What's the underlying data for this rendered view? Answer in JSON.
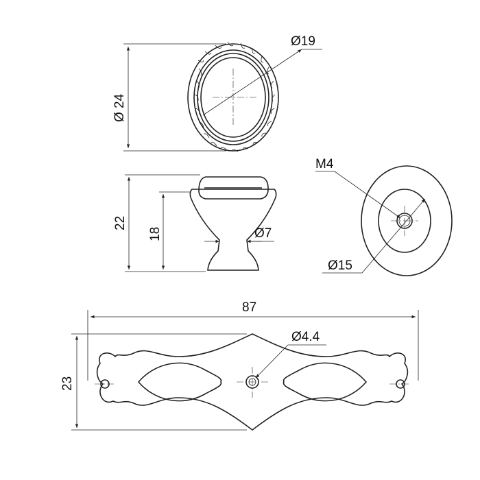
{
  "dimensions": {
    "knob_diameter": "Ø 24",
    "knob_inner_diameter": "Ø19",
    "knob_height_total": "22",
    "knob_height_body": "18",
    "knob_neck_diameter": "Ø7",
    "thread": "M4",
    "base_diameter": "Ø15",
    "plate_length": "87",
    "plate_height": "23",
    "plate_hole_diameter": "Ø4.4"
  }
}
